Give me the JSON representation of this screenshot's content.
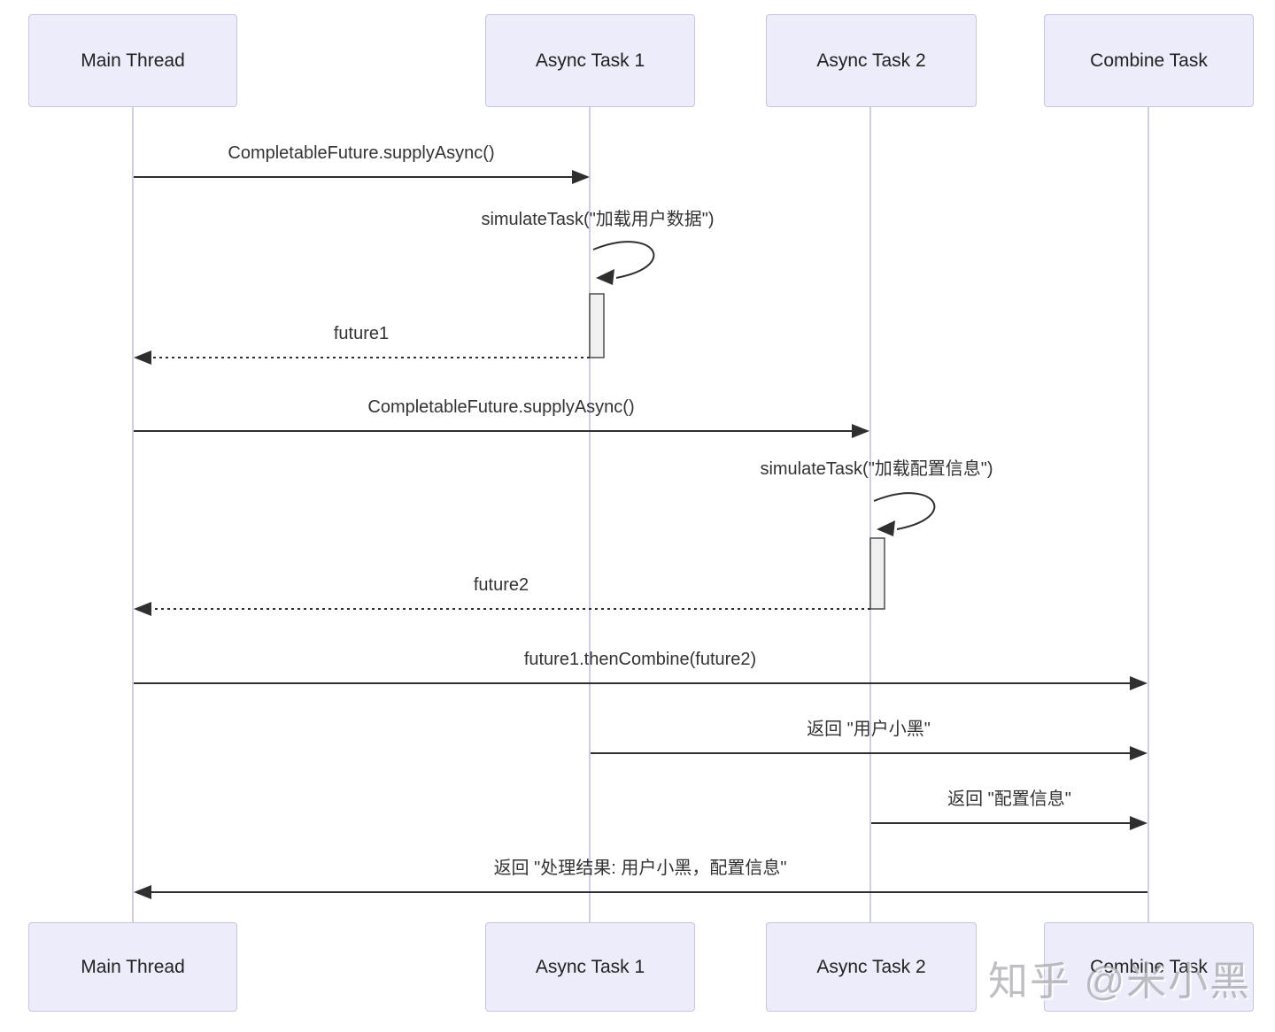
{
  "diagram": {
    "type": "sequence",
    "participants": [
      {
        "id": "main-thread",
        "label": "Main Thread"
      },
      {
        "id": "async-task-1",
        "label": "Async Task 1"
      },
      {
        "id": "async-task-2",
        "label": "Async Task 2"
      },
      {
        "id": "combine-task",
        "label": "Combine Task"
      }
    ],
    "messages": [
      {
        "from": "Main Thread",
        "to": "Async Task 1",
        "style": "solid",
        "label": "CompletableFuture.supplyAsync()"
      },
      {
        "from": "Async Task 1",
        "to": "Async Task 1",
        "style": "self",
        "label": "simulateTask(\"加载用户数据\")"
      },
      {
        "from": "Async Task 1",
        "to": "Main Thread",
        "style": "return",
        "label": "future1"
      },
      {
        "from": "Main Thread",
        "to": "Async Task 2",
        "style": "solid",
        "label": "CompletableFuture.supplyAsync()"
      },
      {
        "from": "Async Task 2",
        "to": "Async Task 2",
        "style": "self",
        "label": "simulateTask(\"加载配置信息\")"
      },
      {
        "from": "Async Task 2",
        "to": "Main Thread",
        "style": "return",
        "label": "future2"
      },
      {
        "from": "Main Thread",
        "to": "Combine Task",
        "style": "solid",
        "label": "future1.thenCombine(future2)"
      },
      {
        "from": "Async Task 1",
        "to": "Combine Task",
        "style": "solid",
        "label": "返回 \"用户小黑\""
      },
      {
        "from": "Async Task 2",
        "to": "Combine Task",
        "style": "solid",
        "label": "返回 \"配置信息\""
      },
      {
        "from": "Combine Task",
        "to": "Main Thread",
        "style": "solid",
        "label": "返回 \"处理结果: 用户小黑，配置信息\""
      }
    ],
    "watermark": "知乎 @米小黑",
    "colors": {
      "actor_fill": "#ECECFB",
      "actor_border": "#C6C6E2",
      "lifeline": "#CFCFE4",
      "arrow": "#2F2F2F",
      "activation_fill": "#F0F0F0",
      "activation_border": "#4D4D4D",
      "text": "#333333",
      "watermark_text": "#8A8A91"
    }
  }
}
